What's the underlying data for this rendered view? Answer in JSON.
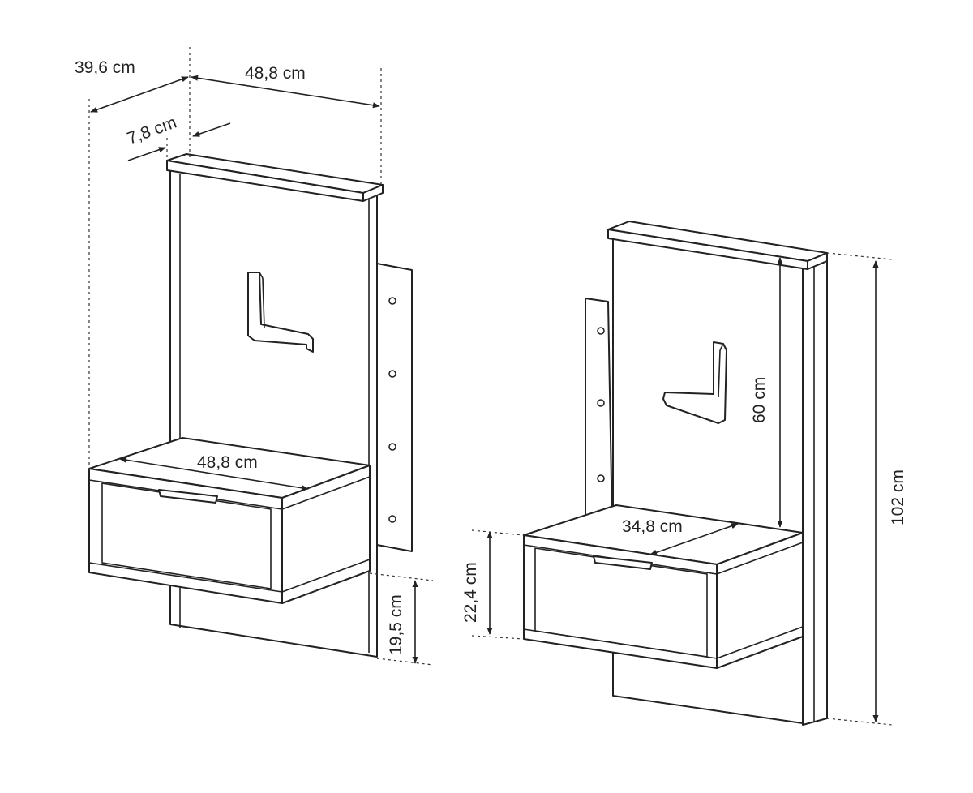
{
  "colors": {
    "line": "#222222",
    "background": "#ffffff"
  },
  "dimensions": {
    "left_depth": "39,6 cm",
    "left_width": "48,8 cm",
    "left_shelf_depth": "7,8 cm",
    "left_drawer_width": "48,8 cm",
    "left_panel_below": "19,5 cm",
    "right_drawer_depth": "34,8 cm",
    "right_drawer_height": "22,4 cm",
    "right_back_height": "60 cm",
    "right_total_height": "102 cm"
  }
}
